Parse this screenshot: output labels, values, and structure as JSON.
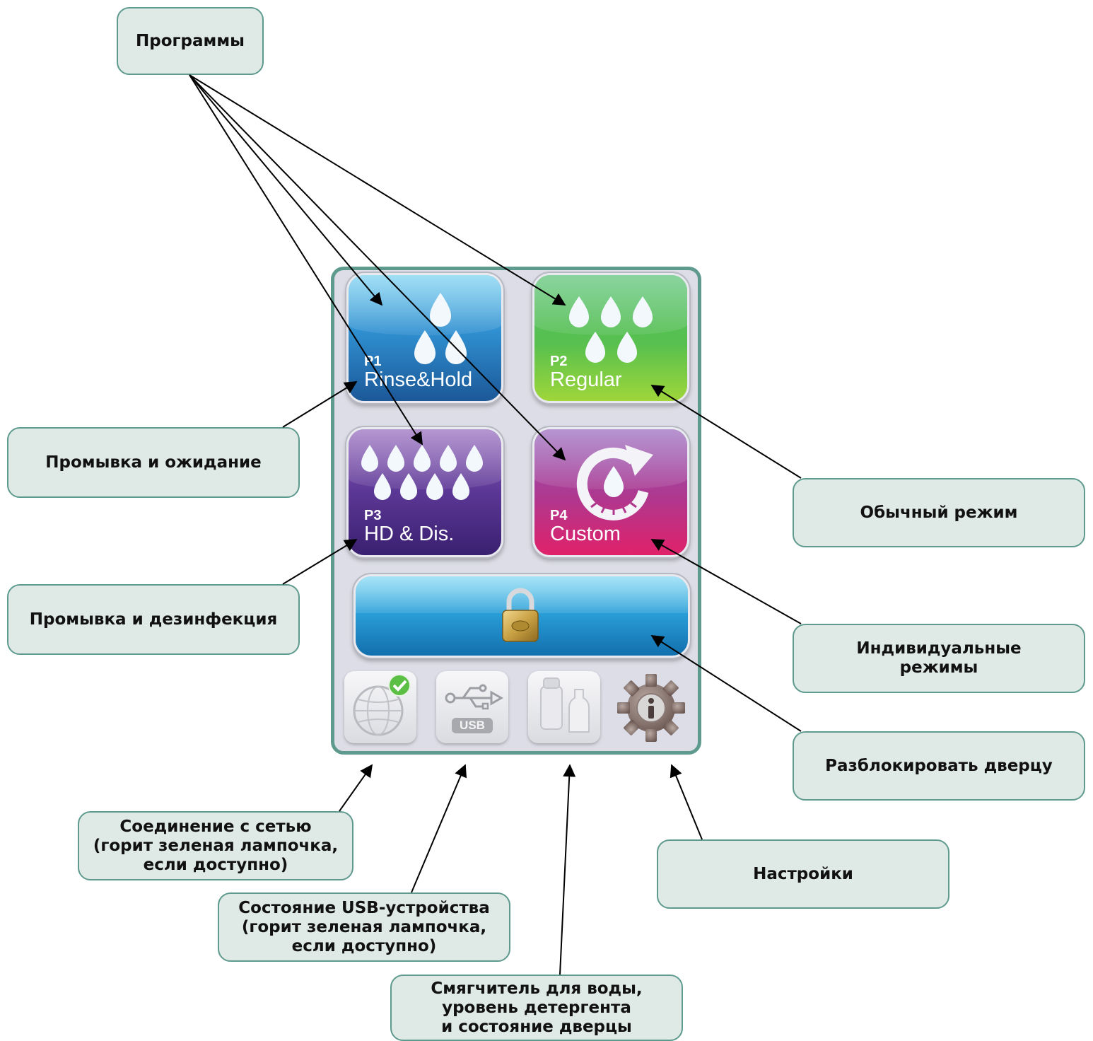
{
  "callouts": {
    "programs": "Программы",
    "rinse_hold": "Промывка и ожидание",
    "rinse_disinfect": "Промывка и дезинфекция",
    "regular": "Обычный режим",
    "custom": "Индивидуальные\nрежимы",
    "unlock_door": "Разблокировать дверцу",
    "network": "Соединение с сетью\n(горит зеленая лампочка,\nесли доступно)",
    "usb": "Состояние USB-устройства\n(горит зеленая лампочка,\nесли доступно)",
    "softener": "Смягчитель для воды,\nуровень детергента\nи состояние дверцы",
    "settings": "Настройки"
  },
  "programs": [
    {
      "code": "P1",
      "name": "Rinse&Hold",
      "color": "#2f8fd0",
      "drops": 3
    },
    {
      "code": "P2",
      "name": "Regular",
      "color": "#58c04e",
      "drops": 5
    },
    {
      "code": "P3",
      "name": "HD & Dis.",
      "color": "#5b3795",
      "drops": 9
    },
    {
      "code": "P4",
      "name": "Custom",
      "color": "#c02c7e",
      "icon": "refresh-drop-icon"
    }
  ],
  "unlock_button": {
    "icon": "padlock-icon",
    "color": "#2a9fd8"
  },
  "status_icons": [
    {
      "name": "network-globe-icon",
      "badge": "green-check-icon"
    },
    {
      "name": "usb-icon",
      "label": "USB"
    },
    {
      "name": "salt-detergent-icon"
    },
    {
      "name": "settings-info-gear-icon"
    }
  ],
  "colors": {
    "callout_border": "#5f9a8e",
    "callout_fill": "#dfe9e6",
    "panel_border": "#5f9a8e"
  }
}
